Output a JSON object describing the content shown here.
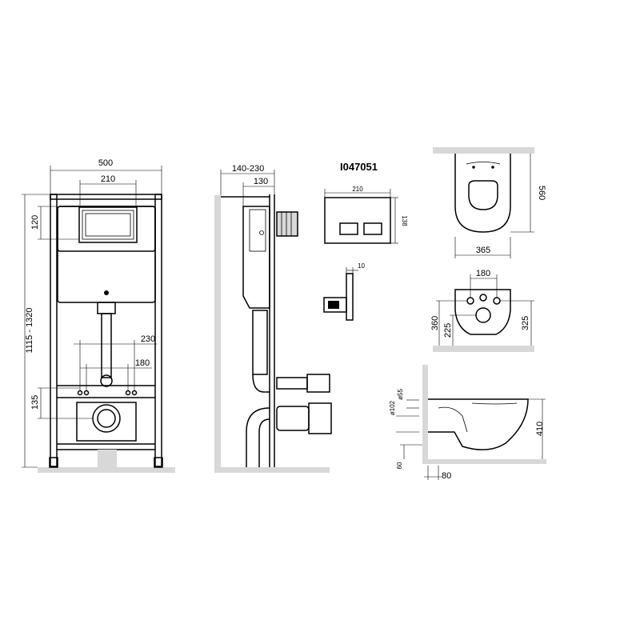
{
  "product_code": "I047051",
  "front_view": {
    "width_label": "500",
    "inner_width_label": "210",
    "height_label": "1115 - 1320",
    "top_offset_label": "120",
    "stud_spacing_label": "230",
    "bolt_spacing_label": "180",
    "outlet_height_label": "135"
  },
  "side_view": {
    "depth_label": "140-230",
    "frame_depth_label": "130"
  },
  "flush_plate": {
    "width_label": "210",
    "height_label": "138",
    "thickness_label": "10"
  },
  "bowl_top": {
    "length_label": "560",
    "width_label": "365"
  },
  "bowl_back": {
    "bolt_spacing_label": "180",
    "height_label": "360",
    "lower_label": "225",
    "right_label": "325"
  },
  "bowl_side": {
    "inlet_diameter_label": "ø55",
    "outlet_diameter_label": "ø102",
    "height_label": "410",
    "floor_label": "60",
    "wall_label": "80"
  }
}
